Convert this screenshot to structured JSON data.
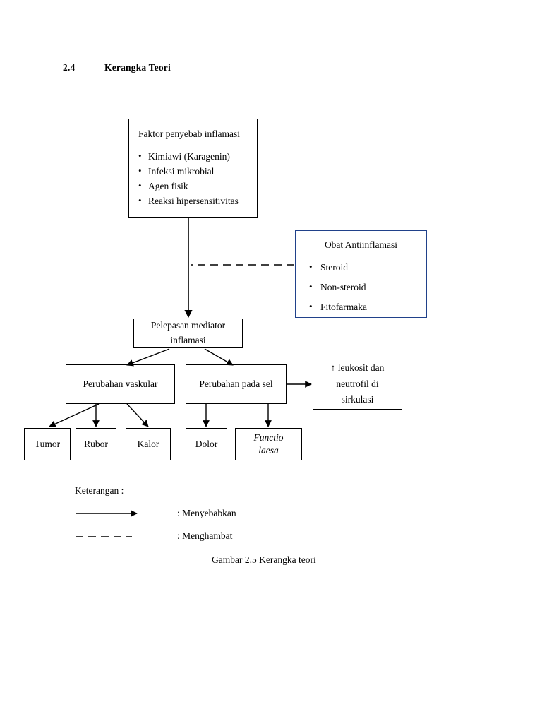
{
  "heading": {
    "number": "2.4",
    "title": "Kerangka Teori"
  },
  "boxes": {
    "causes": {
      "title": "Faktor penyebab inflamasi",
      "items": [
        "Kimiawi (Karagenin)",
        "Infeksi mikrobial",
        "Agen fisik",
        "Reaksi hipersensitivitas"
      ]
    },
    "drugs": {
      "title": "Obat Antiinflamasi",
      "items": [
        "Steroid",
        "Non-steroid",
        "Fitofarmaka"
      ],
      "border_color": "#20418a"
    },
    "mediator": {
      "line1": "Pelepasan mediator",
      "line2": "inflamasi"
    },
    "vascular": {
      "label": "Perubahan vaskular"
    },
    "cell": {
      "label": "Perubahan pada sel"
    },
    "leukocyte": {
      "line1": "↑ leukosit dan",
      "line2": "neutrofil di",
      "line3": "sirkulasi"
    },
    "leaves": [
      {
        "id": "tumor",
        "label": "Tumor"
      },
      {
        "id": "rubor",
        "label": "Rubor"
      },
      {
        "id": "kalor",
        "label": "Kalor"
      },
      {
        "id": "dolor",
        "label": "Dolor"
      },
      {
        "id": "functio",
        "line1": "Functio",
        "line2": "laesa"
      }
    ]
  },
  "legend": {
    "title": "Keterangan :",
    "solid_meaning": ": Menyebabkan",
    "dashed_meaning": ": Menghambat"
  },
  "caption": "Gambar 2.5  Kerangka teori"
}
